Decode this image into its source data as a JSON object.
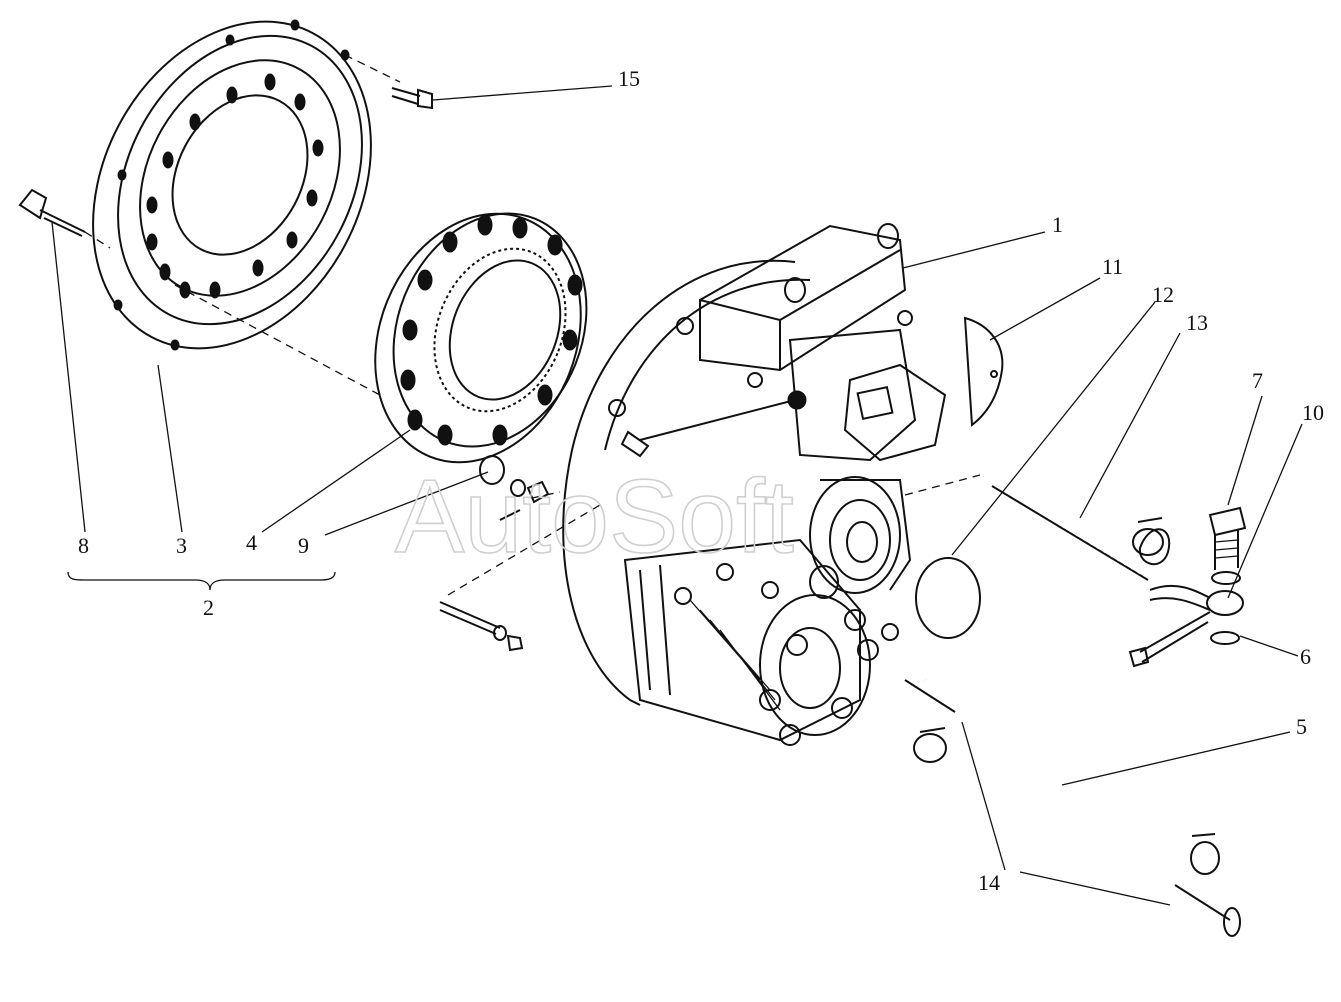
{
  "watermark": "AutoSoft",
  "callouts": {
    "c1": "1",
    "c2": "2",
    "c3": "3",
    "c4": "4",
    "c5": "5",
    "c6": "6",
    "c7": "7",
    "c8": "8",
    "c9": "9",
    "c10": "10",
    "c11": "11",
    "c12": "12",
    "c13": "13",
    "c14": "14",
    "c15": "15"
  },
  "colors": {
    "ink": "#111111",
    "background": "#ffffff",
    "watermark": "#cfcfcf"
  }
}
